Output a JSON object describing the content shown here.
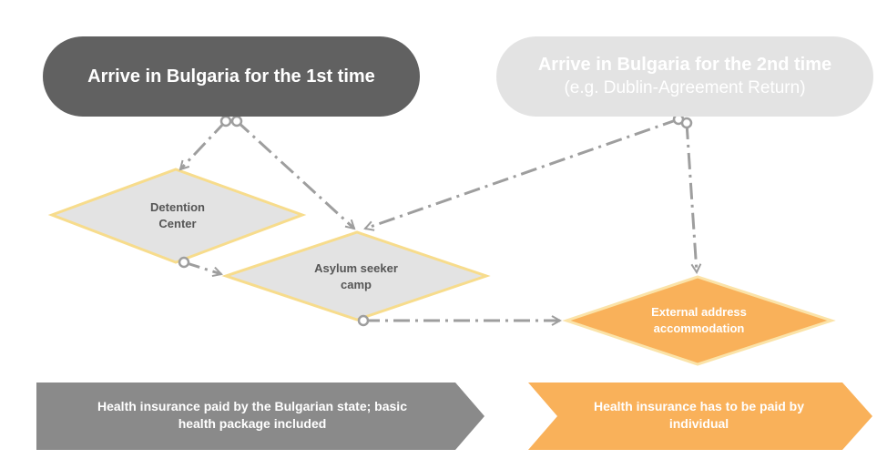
{
  "nodes": {
    "first_arrival": {
      "text": "Arrive in Bulgaria for the 1st time"
    },
    "second_arrival": {
      "text": "Arrive in Bulgaria for the 2nd time",
      "subtext": "(e.g. Dublin-Agreement Return)"
    },
    "detention_center": {
      "line1": "Detention",
      "line2": "Center"
    },
    "asylum_camp": {
      "line1": "Asylum seeker",
      "line2": "camp"
    },
    "external_accommodation": {
      "line1": "External address",
      "line2": "accommodation"
    }
  },
  "banners": {
    "state_paid": {
      "line1": "Health insurance paid by the Bulgarian state; basic",
      "line2": "health package included"
    },
    "individual_paid": {
      "line1": "Health insurance has to be paid by",
      "line2": "individual"
    }
  },
  "colors": {
    "dark_gray": "#616161",
    "light_gray": "#e3e3e3",
    "diamond_fill": "#e3e3e3",
    "diamond_border": "#f7dc8c",
    "orange": "#f9b15a",
    "connector": "#9e9e9e",
    "banner_gray": "#8a8a8a"
  }
}
